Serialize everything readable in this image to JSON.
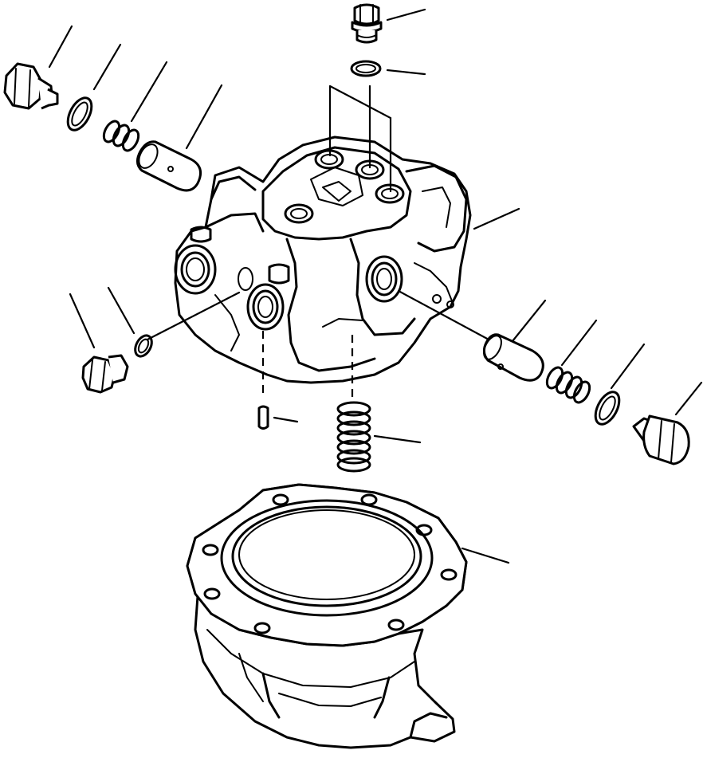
{
  "diagram": {
    "type": "exploded-parts-drawing",
    "labels_printed": false,
    "parts": [
      {
        "name": "top-plug"
      },
      {
        "name": "top-o-ring"
      },
      {
        "name": "valve-body"
      },
      {
        "name": "upper-left-plug"
      },
      {
        "name": "upper-left-o-ring"
      },
      {
        "name": "upper-left-spring"
      },
      {
        "name": "upper-left-piston"
      },
      {
        "name": "lower-left-plug"
      },
      {
        "name": "lower-left-o-ring"
      },
      {
        "name": "right-piston"
      },
      {
        "name": "right-spring"
      },
      {
        "name": "right-o-ring"
      },
      {
        "name": "right-plug"
      },
      {
        "name": "dowel-pin"
      },
      {
        "name": "center-spring"
      },
      {
        "name": "housing"
      }
    ]
  }
}
